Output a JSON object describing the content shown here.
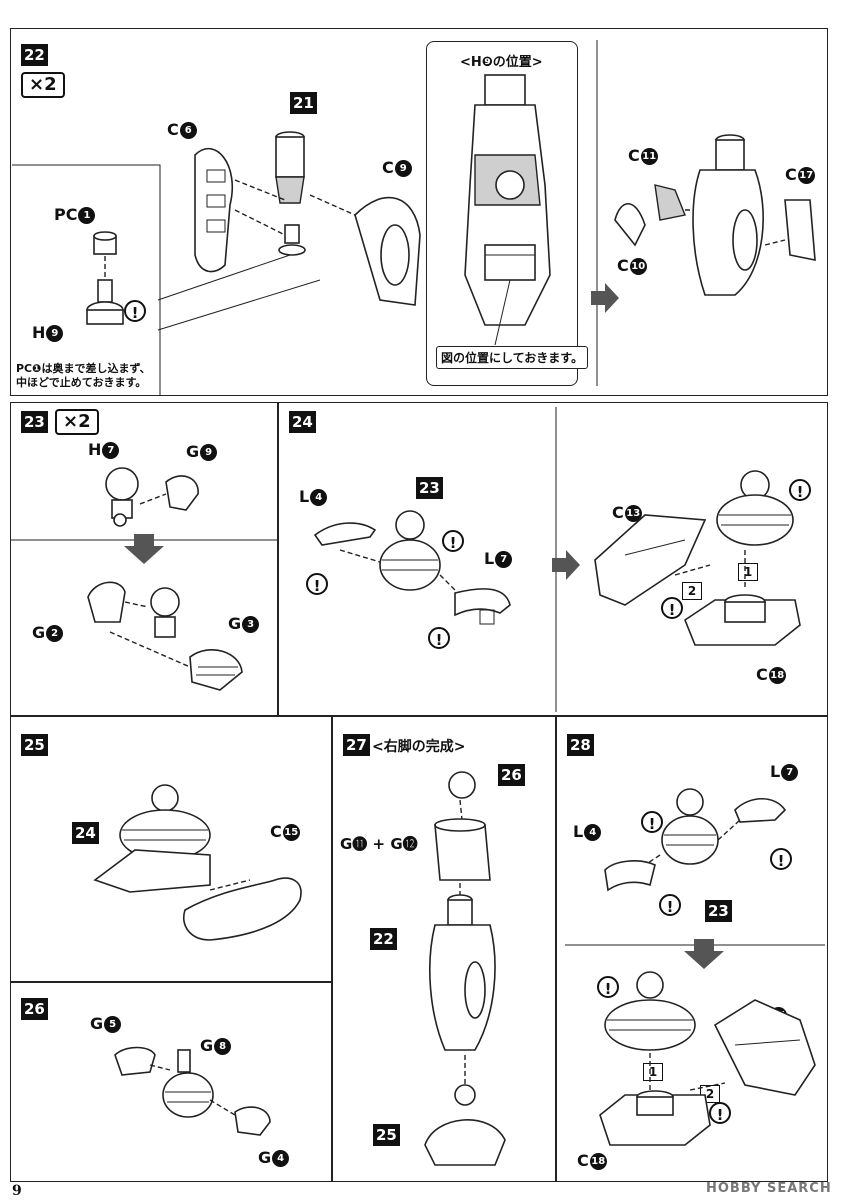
{
  "page_number": "9",
  "watermark": "HOBBY SEARCH",
  "steps": {
    "s22": {
      "label": "22",
      "multiplier": "×2",
      "inset_note": "PC❶は奥まで差し込まず、中ほどで止めておきます。",
      "position_title": "<H❾の位置>",
      "position_caption": "図の位置にしておきます。",
      "sub_step": "21"
    },
    "s23": {
      "label": "23",
      "multiplier": "×2"
    },
    "s24": {
      "label": "24",
      "sub_step": "23",
      "order_1": "1",
      "order_2": "2"
    },
    "s25": {
      "label": "25",
      "sub_step": "24"
    },
    "s26": {
      "label": "26"
    },
    "s27": {
      "label": "27",
      "title": "<右脚の完成>",
      "sub_a": "26",
      "sub_b": "22",
      "sub_c": "25",
      "combo": "G⓫ + G⓬"
    },
    "s28": {
      "label": "28",
      "sub_step": "23",
      "order_1": "1",
      "order_2": "2"
    }
  },
  "parts": {
    "c6": {
      "l": "C",
      "n": "6"
    },
    "c9": {
      "l": "C",
      "n": "9"
    },
    "pc1": {
      "l": "PC",
      "n": "1"
    },
    "h9": {
      "l": "H",
      "n": "9"
    },
    "c11": {
      "l": "C",
      "n": "11"
    },
    "c10": {
      "l": "C",
      "n": "10"
    },
    "c17": {
      "l": "C",
      "n": "17"
    },
    "h7": {
      "l": "H",
      "n": "7"
    },
    "g9": {
      "l": "G",
      "n": "9"
    },
    "g2": {
      "l": "G",
      "n": "2"
    },
    "g3": {
      "l": "G",
      "n": "3"
    },
    "l4": {
      "l": "L",
      "n": "4"
    },
    "l7": {
      "l": "L",
      "n": "7"
    },
    "c13": {
      "l": "C",
      "n": "13"
    },
    "c18": {
      "l": "C",
      "n": "18"
    },
    "c15": {
      "l": "C",
      "n": "15"
    },
    "g5": {
      "l": "G",
      "n": "5"
    },
    "g8": {
      "l": "G",
      "n": "8"
    },
    "g4": {
      "l": "G",
      "n": "4"
    },
    "l4b": {
      "l": "L",
      "n": "4"
    },
    "l7b": {
      "l": "L",
      "n": "7"
    },
    "c15b": {
      "l": "C",
      "n": "15"
    },
    "c18b": {
      "l": "C",
      "n": "18"
    }
  },
  "warn_symbol": "!"
}
